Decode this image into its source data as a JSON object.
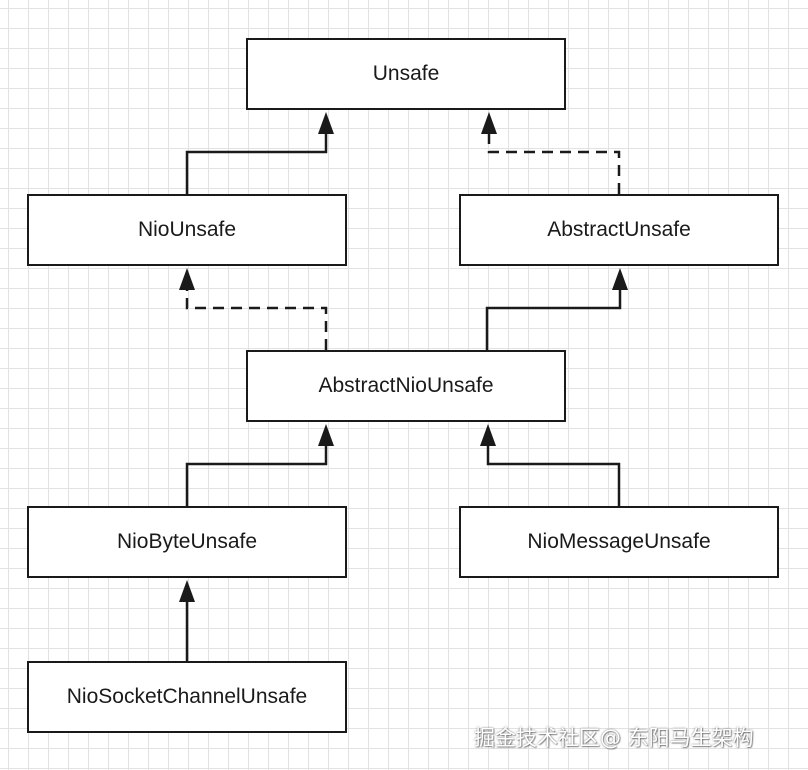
{
  "nodes": {
    "unsafe": "Unsafe",
    "nio_unsafe": "NioUnsafe",
    "abstract_unsafe": "AbstractUnsafe",
    "abstract_nio_unsafe": "AbstractNioUnsafe",
    "nio_byte_unsafe": "NioByteUnsafe",
    "nio_message_unsafe": "NioMessageUnsafe",
    "nio_socket_channel_unsafe": "NioSocketChannelUnsafe"
  },
  "edges": [
    {
      "from": "NioUnsafe",
      "to": "Unsafe",
      "style": "solid"
    },
    {
      "from": "AbstractUnsafe",
      "to": "Unsafe",
      "style": "dashed"
    },
    {
      "from": "AbstractNioUnsafe",
      "to": "NioUnsafe",
      "style": "dashed"
    },
    {
      "from": "AbstractNioUnsafe",
      "to": "AbstractUnsafe",
      "style": "solid"
    },
    {
      "from": "NioByteUnsafe",
      "to": "AbstractNioUnsafe",
      "style": "solid"
    },
    {
      "from": "NioMessageUnsafe",
      "to": "AbstractNioUnsafe",
      "style": "solid"
    },
    {
      "from": "NioSocketChannelUnsafe",
      "to": "NioByteUnsafe",
      "style": "solid"
    }
  ],
  "watermark": "掘金技术社区@ 东阳马生架构",
  "colors": {
    "line": "#1a1a1a",
    "grid": "#e2e2e2",
    "background": "#ffffff"
  }
}
